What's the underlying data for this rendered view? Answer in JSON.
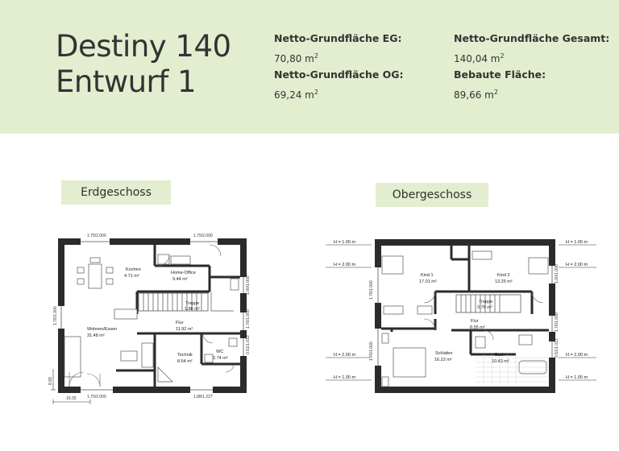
{
  "header": {
    "model_name": "Destiny 140",
    "design": "Entwurf 1",
    "stats": {
      "eg_label": "Netto-Grundfläche EG:",
      "eg_value": "70,80 m",
      "og_label": "Netto-Grundfläche OG:",
      "og_value": "69,24 m",
      "total_label": "Netto-Grundfläche Gesamt:",
      "total_value": "140,04 m",
      "built_label": "Bebaute Fläche:",
      "built_value": "89,66 m",
      "unit_exp": "2"
    }
  },
  "floors": {
    "ground": {
      "label": "Erdgeschoss",
      "rooms": {
        "kochen": {
          "name": "Kochen",
          "area": "4.71 m²"
        },
        "home_office": {
          "name": "Home-Office",
          "area": "9.44 m²"
        },
        "treppe": {
          "name": "Treppe",
          "area": "1.86 m²"
        },
        "flur": {
          "name": "Flur",
          "area": "11.92 m²"
        },
        "wohnen": {
          "name": "Wohnen/Essen",
          "area": "31.48 m²"
        },
        "technik": {
          "name": "Technik",
          "area": "8.64 m²"
        },
        "wc": {
          "name": "WC",
          "area": "2.74 m²"
        }
      },
      "dims": {
        "top_left": "1.75/2.000",
        "top_right": "1.75/2.000",
        "bottom_left": "1.75/2.000",
        "bottom_right": "1.88/1.227",
        "left_side": "1.76/1.000",
        "right_upper": "1.00/1.000",
        "right_mid": "1.76/1.000",
        "right_lower": "0.51/1.013",
        "total_w": "10.33",
        "total_h": "8.68"
      }
    },
    "upper": {
      "label": "Obergeschoss",
      "rooms": {
        "kind1": {
          "name": "Kind 1",
          "area": "17.01 m²"
        },
        "kind2": {
          "name": "Kind 2",
          "area": "13.25 m²"
        },
        "treppe": {
          "name": "Treppe",
          "area": "3.78 m²"
        },
        "flur": {
          "name": "Flur",
          "area": "8.55 m²"
        },
        "schlafen": {
          "name": "Schlafen",
          "area": "16.22 m²"
        },
        "bad": {
          "name": "Bad",
          "area": "10.43 m²"
        }
      },
      "heights": {
        "h100": "H = 1.00 m",
        "h200": "H = 2.00 m"
      },
      "dims": {
        "left_upper": "1.76/1.000",
        "left_lower": "1.76/1.000",
        "right_upper": "1.00/1.000",
        "right_mid": "1.76/1.000",
        "right_lower": "0.51/1.013"
      }
    }
  }
}
